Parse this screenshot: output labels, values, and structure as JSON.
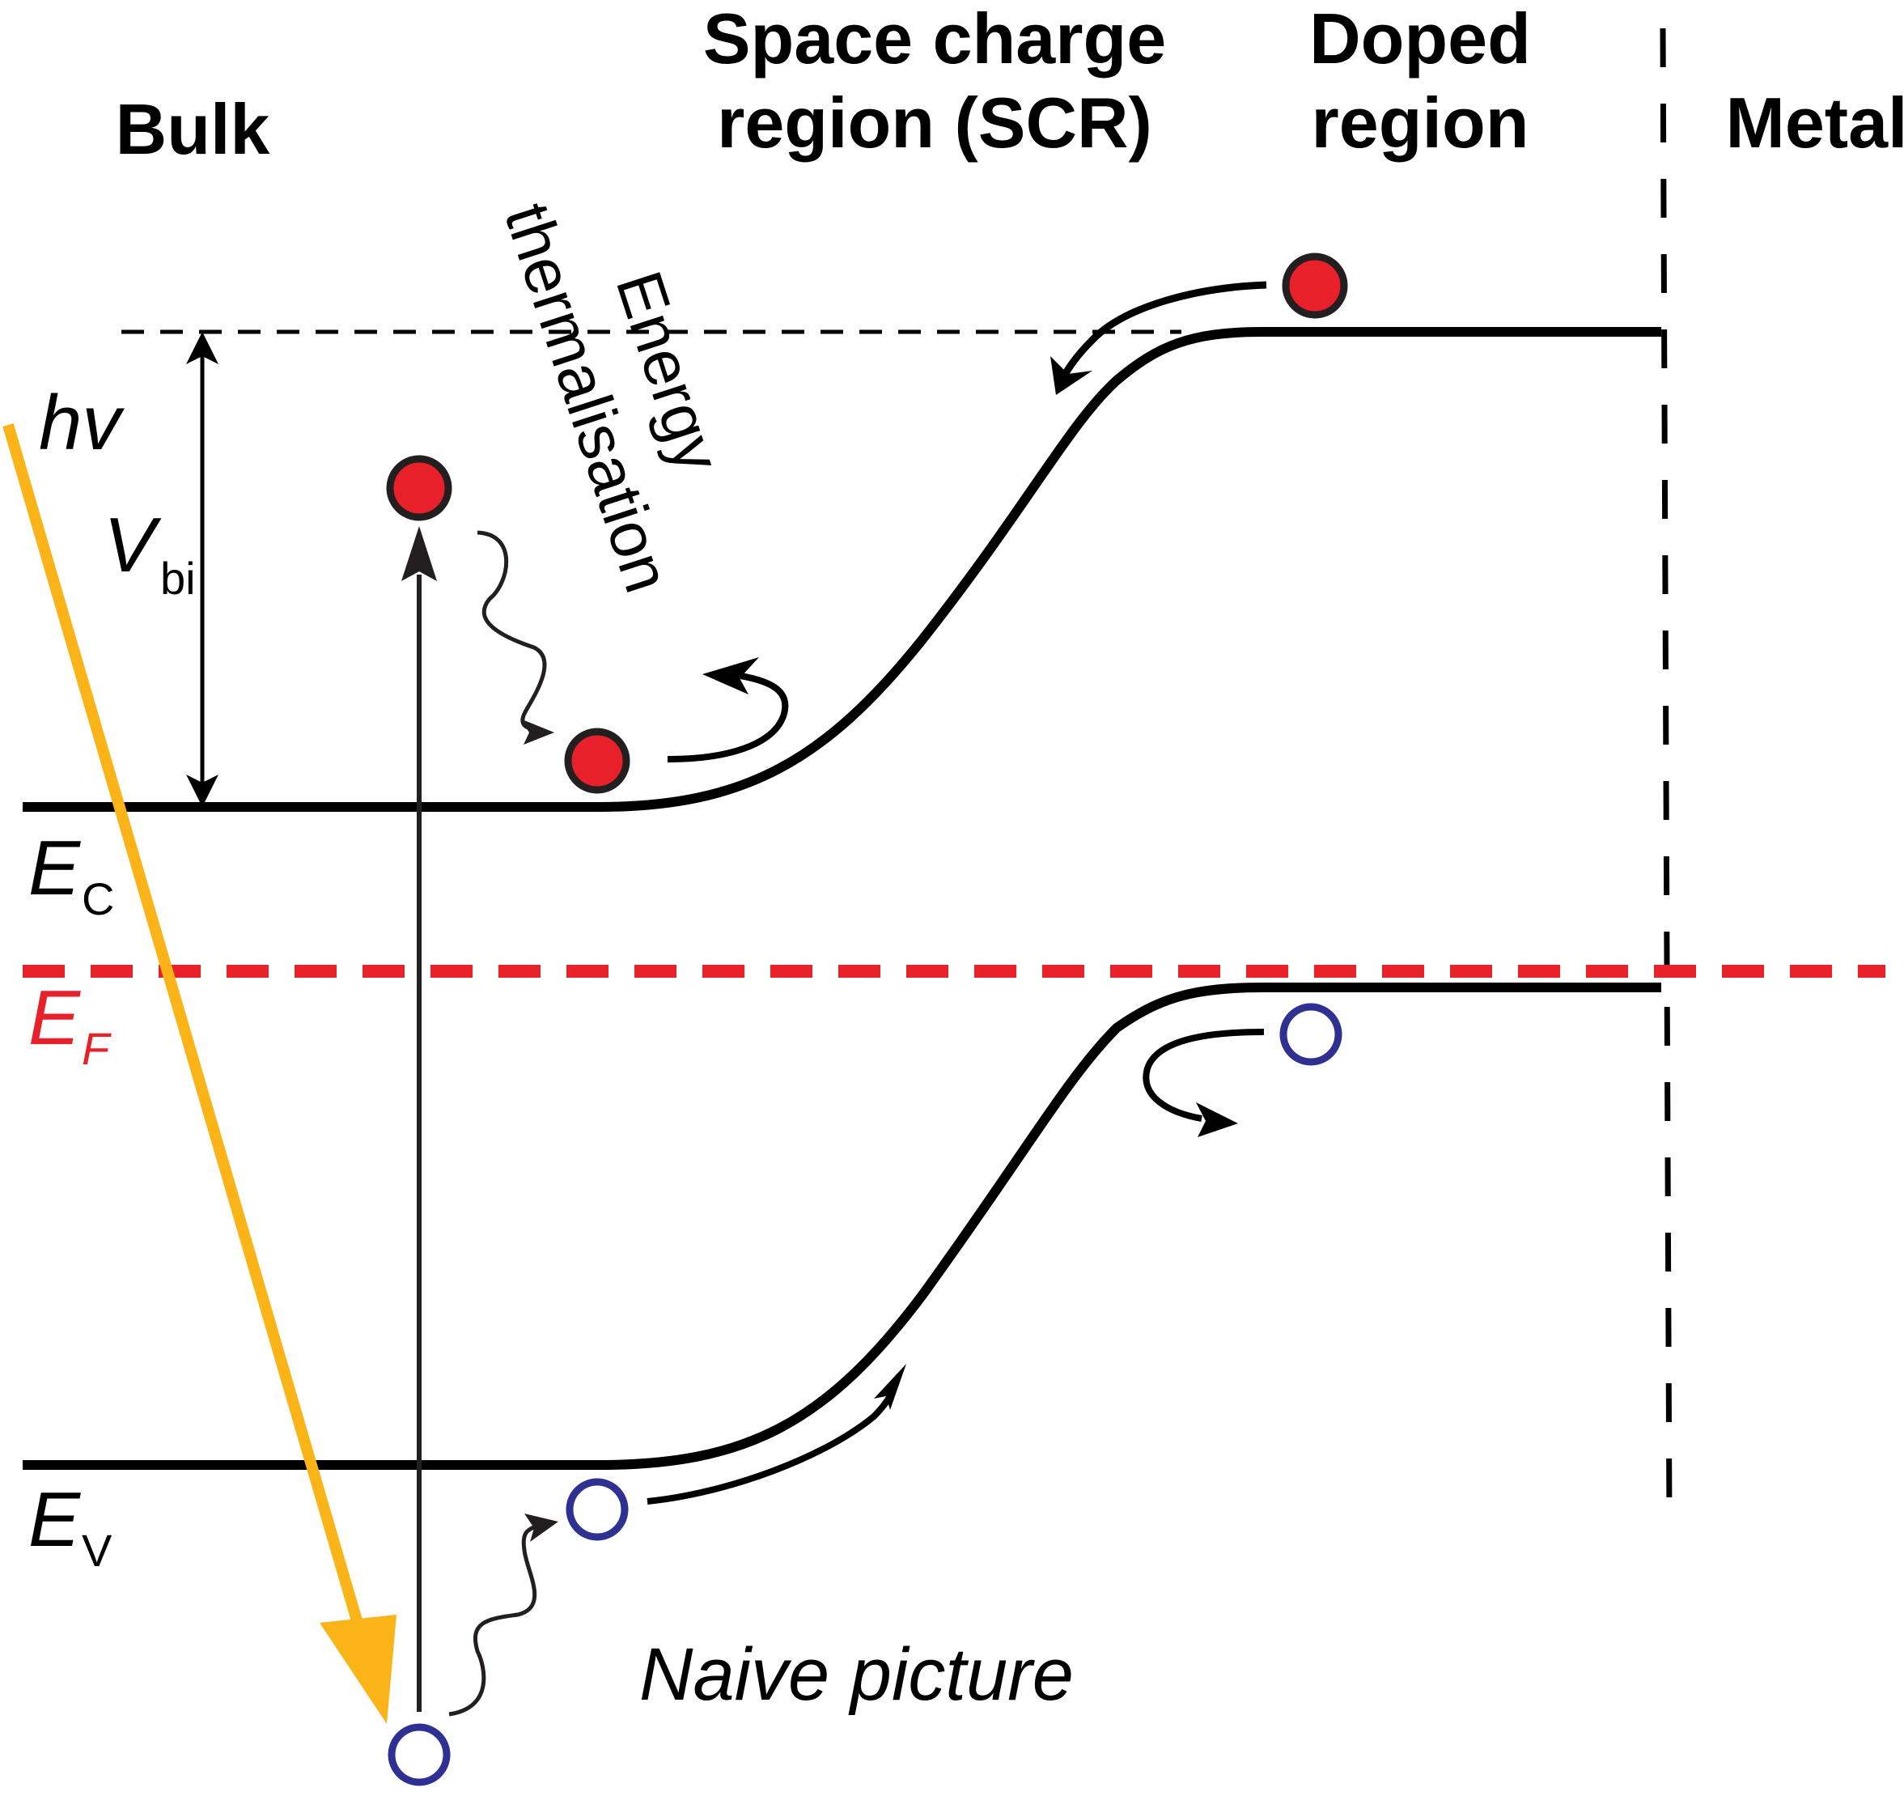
{
  "regions": {
    "bulk": "Bulk",
    "scr_line1": "Space charge",
    "scr_line2": "region (SCR)",
    "doped_line1": "Doped",
    "doped_line2": "region",
    "metal": "Metal"
  },
  "symbols": {
    "photon": "hv",
    "vbi_main": "V",
    "vbi_sub": "bi",
    "ec_main": "E",
    "ec_sub": "C",
    "ef_main": "E",
    "ef_sub": "F",
    "ev_main": "E",
    "ev_sub": "V"
  },
  "annotations": {
    "energy": "Energy",
    "thermalisation": "thermalisation",
    "naive": "Naive picture"
  },
  "colors": {
    "band": "#000000",
    "fermi": "#e8202a",
    "photon": "#fbb417",
    "electron_fill": "#e8202a",
    "electron_stroke": "#231f20",
    "hole_stroke": "#2e3192"
  }
}
